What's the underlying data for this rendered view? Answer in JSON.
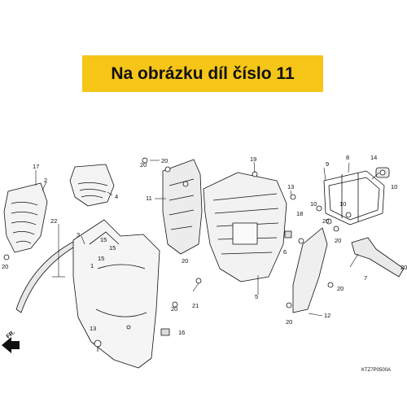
{
  "banner": {
    "text": "Na obrázku díl číslo 11"
  },
  "diagram": {
    "front_marker": "FR.",
    "figure_code": "KTZ7P0500A",
    "callouts": [
      "20",
      "17",
      "2",
      "4",
      "20",
      "11",
      "19",
      "13",
      "9",
      "8",
      "14",
      "10",
      "10",
      "10",
      "18",
      "20",
      "22",
      "3",
      "15",
      "15",
      "15",
      "1",
      "6",
      "20",
      "20",
      "20",
      "5",
      "7",
      "20",
      "20",
      "20",
      "21",
      "12",
      "20",
      "13",
      "16"
    ]
  }
}
